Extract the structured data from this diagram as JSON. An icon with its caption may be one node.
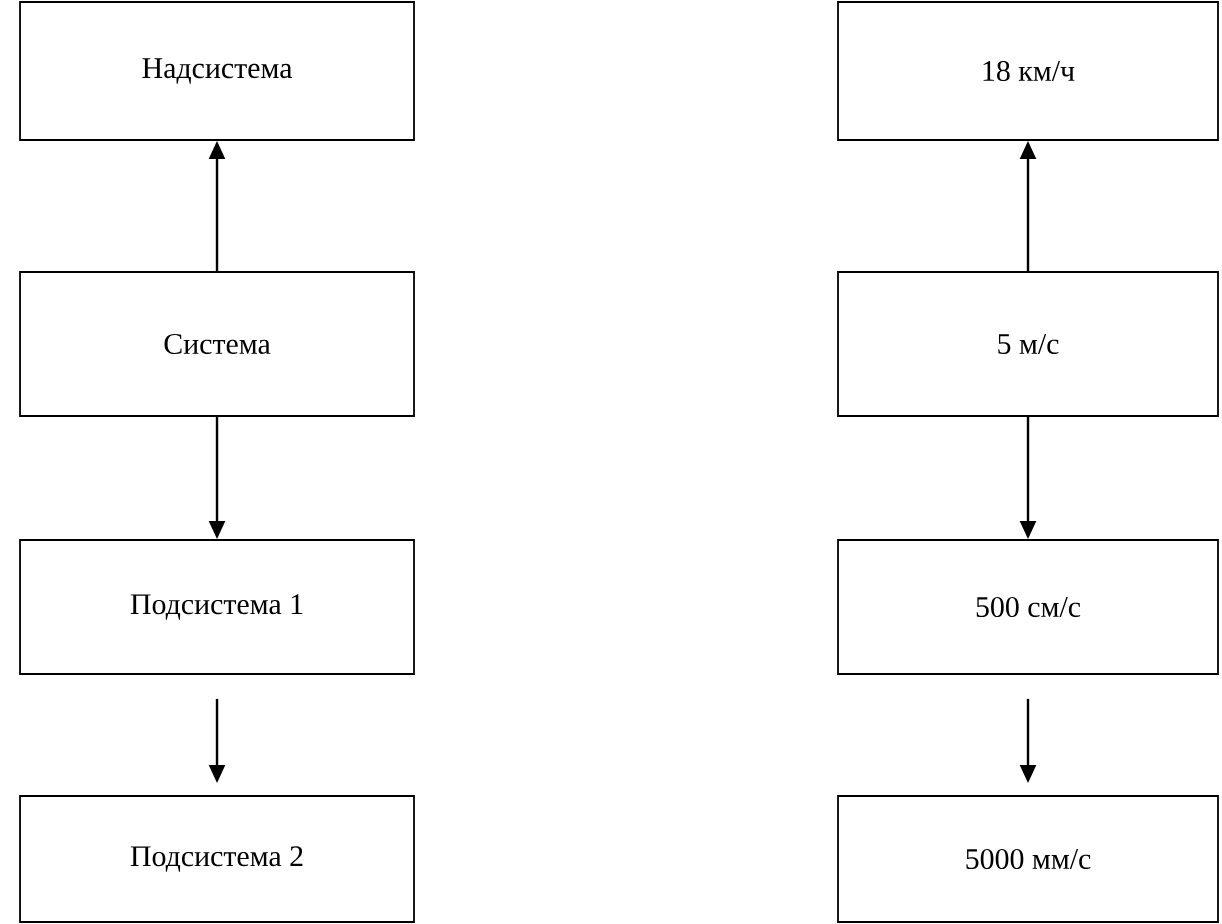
{
  "diagram": {
    "nodes": [
      {
        "text": [
          "Надсистема"
        ]
      },
      {
        "text": [
          "Система"
        ]
      },
      {
        "text": [
          "Подсистема 1"
        ]
      },
      {
        "text": [
          "Подсистема 2"
        ]
      },
      {
        "text": [
          "18 км/ч"
        ]
      },
      {
        "text": [
          "5 м/с"
        ]
      },
      {
        "text": [
          "500 см/с"
        ]
      },
      {
        "text": [
          "5000 мм/с"
        ]
      }
    ],
    "edges": [
      {
        "from": 1,
        "to": 0,
        "arrow": "to"
      },
      {
        "from": 1,
        "to": 2,
        "arrow": "to"
      },
      {
        "from": 2,
        "to": 3,
        "arrow": "to"
      },
      {
        "from": 5,
        "to": 4,
        "arrow": "to"
      },
      {
        "from": 5,
        "to": 6,
        "arrow": "to"
      },
      {
        "from": 6,
        "to": 7,
        "arrow": "to"
      }
    ]
  }
}
